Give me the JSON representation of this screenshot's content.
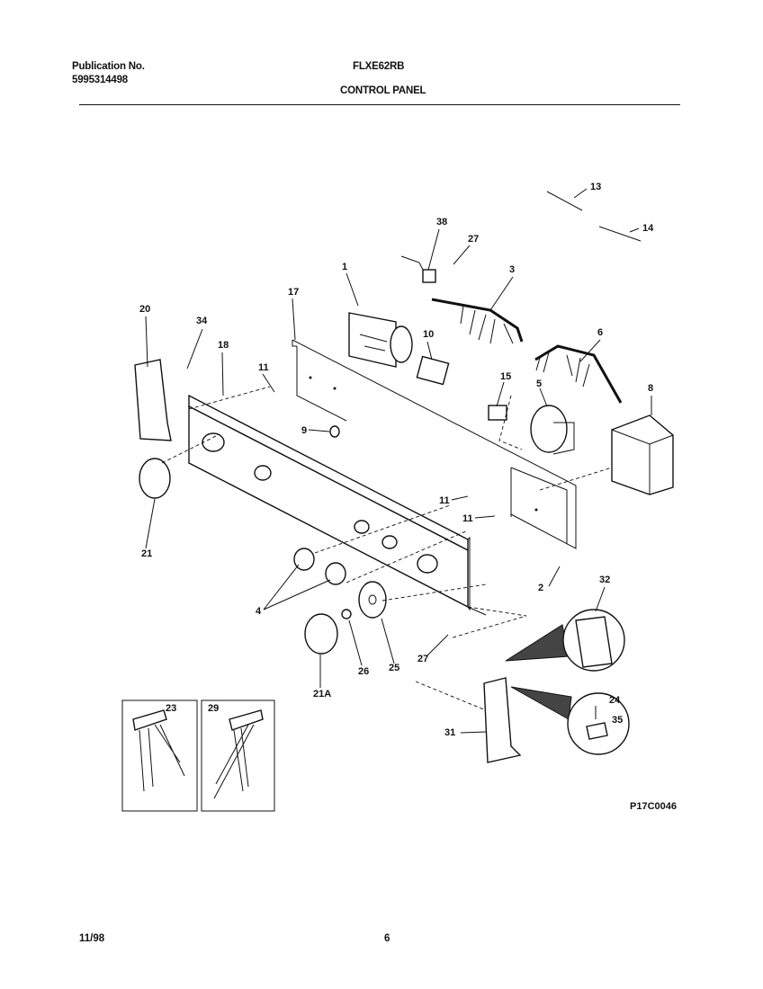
{
  "header": {
    "publication_label": "Publication No.",
    "publication_number": "5995314498",
    "model": "FLXE62RB",
    "section": "CONTROL PANEL"
  },
  "diagram_code": "P17C0046",
  "footer": {
    "date": "11/98",
    "page": "6"
  },
  "callouts": [
    "1",
    "2",
    "3",
    "4",
    "5",
    "6",
    "8",
    "9",
    "10",
    "11",
    "11",
    "11",
    "13",
    "14",
    "15",
    "17",
    "18",
    "20",
    "21",
    "21A",
    "23",
    "24",
    "25",
    "26",
    "27",
    "27",
    "29",
    "31",
    "32",
    "34",
    "35",
    "38"
  ]
}
